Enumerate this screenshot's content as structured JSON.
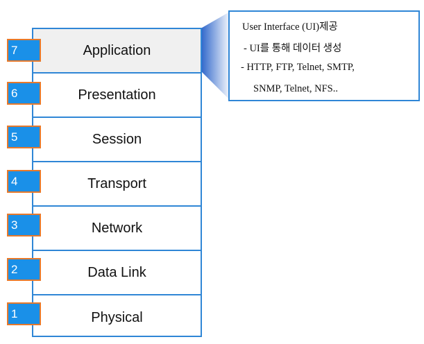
{
  "layers": [
    {
      "number": "7",
      "name": "Application"
    },
    {
      "number": "6",
      "name": "Presentation"
    },
    {
      "number": "5",
      "name": "Session"
    },
    {
      "number": "4",
      "name": "Transport"
    },
    {
      "number": "3",
      "name": "Network"
    },
    {
      "number": "2",
      "name": "Data Link"
    },
    {
      "number": "1",
      "name": "Physical"
    }
  ],
  "callout": {
    "lines": [
      "User Interface (UI)제공",
      "- UI를 통해 데이터 생성",
      "-   HTTP, FTP, Telnet, SMTP,",
      "SNMP, Telnet, NFS.."
    ]
  },
  "colors": {
    "border": "#2f86d6",
    "badge_fill": "#1a90e8",
    "badge_border": "#e8792a",
    "highlight": "#f0f0f0"
  }
}
